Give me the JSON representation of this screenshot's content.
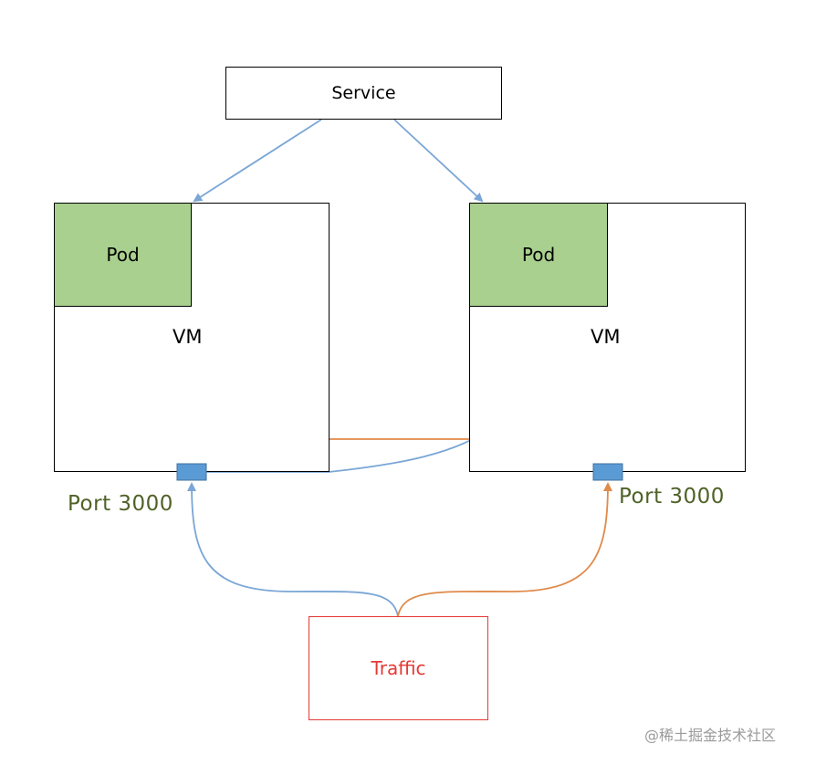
{
  "service": {
    "label": "Service"
  },
  "vms": [
    {
      "label": "VM",
      "pod_label": "Pod",
      "port_label": "Port 3000"
    },
    {
      "label": "VM",
      "pod_label": "Pod",
      "port_label": "Port 3000"
    }
  ],
  "traffic": {
    "label": "Traffic"
  },
  "watermark": "@稀土掘金技术社区",
  "colors": {
    "pod_fill": "#a9d08e",
    "blue_route": "#7aa6d6",
    "orange_route": "#e08a4a",
    "port_fill": "#5b9bd5",
    "port_text": "#4f6228",
    "traffic": "#e53935"
  }
}
